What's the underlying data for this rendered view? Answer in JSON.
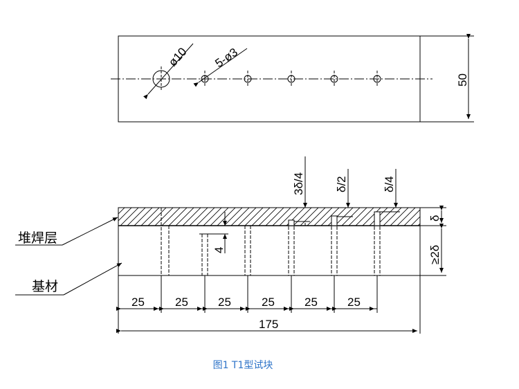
{
  "top_view": {
    "hole_large_dim": "ø10",
    "holes_small_dim": "5-ø3",
    "height_dim": "50"
  },
  "front_view": {
    "layer_label": "堆焊层",
    "base_label": "基材",
    "depth_dims": [
      "3δ/4",
      "δ/2",
      "δ/4"
    ],
    "depth4_dim": "4",
    "overlay_thickness_dim": "δ",
    "base_thickness_dim": "≥2δ",
    "spacing_dims": [
      "25",
      "25",
      "25",
      "25",
      "25",
      "25"
    ],
    "total_length_dim": "175"
  },
  "caption": "图1  T1型试块",
  "colors": {
    "caption": "#2f74c8",
    "lines": "#000000"
  }
}
